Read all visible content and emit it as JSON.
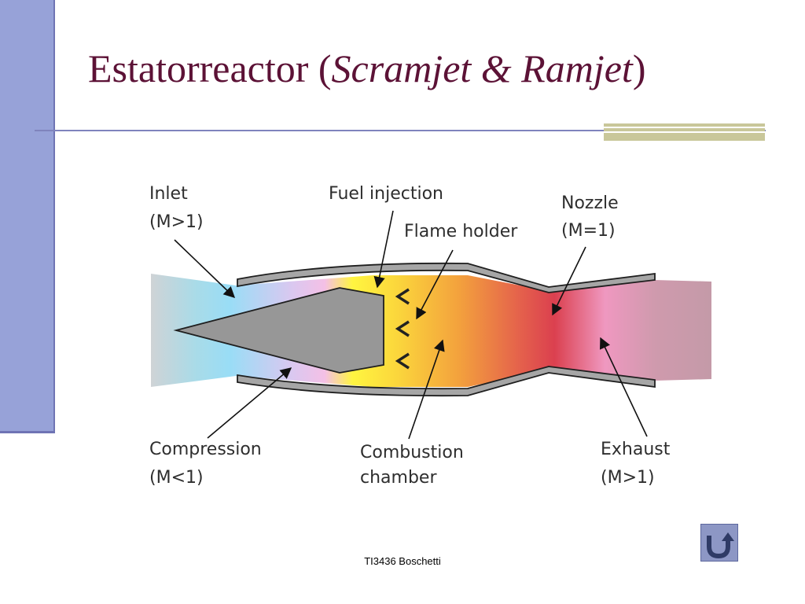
{
  "slide": {
    "title_main": "Estatorreactor (",
    "title_italic": "Scramjet & Ramjet",
    "title_close": ")",
    "footer": "TI3436 Boschetti"
  },
  "diagram": {
    "labels": {
      "inlet": "Inlet",
      "inlet_mach": "(M>1)",
      "fuel_injection": "Fuel injection",
      "flame_holder": "Flame holder",
      "nozzle": "Nozzle",
      "nozzle_mach": "(M=1)",
      "compression": "Compression",
      "compression_mach": "(M<1)",
      "combustion": "Combustion",
      "chamber": "chamber",
      "exhaust": "Exhaust",
      "exhaust_mach": "(M>1)"
    }
  },
  "nav": {
    "back_icon": "u-turn-back-icon"
  },
  "colors": {
    "title": "#5c1236",
    "sidebar": "#97a2d8",
    "accent": "#c9c79a",
    "button": "#8d97c5"
  }
}
